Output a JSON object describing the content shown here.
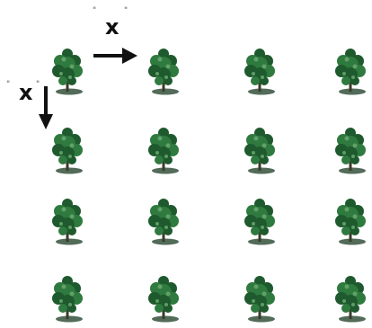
{
  "diagram": {
    "spacing_labels": [
      {
        "text": "x",
        "open_quote": "\"",
        "close_quote": "\"",
        "direction": "horizontal"
      },
      {
        "text": "x",
        "open_quote": "\"",
        "close_quote": "\"",
        "direction": "vertical"
      }
    ],
    "grid": {
      "rows": 4,
      "columns": 4
    },
    "colors": {
      "foliage_dark": "#1e5a2e",
      "foliage_mid": "#2f7a3f",
      "foliage_light": "#6aa86e",
      "shadow": "#1a3a22",
      "arrow": "#111111"
    }
  }
}
